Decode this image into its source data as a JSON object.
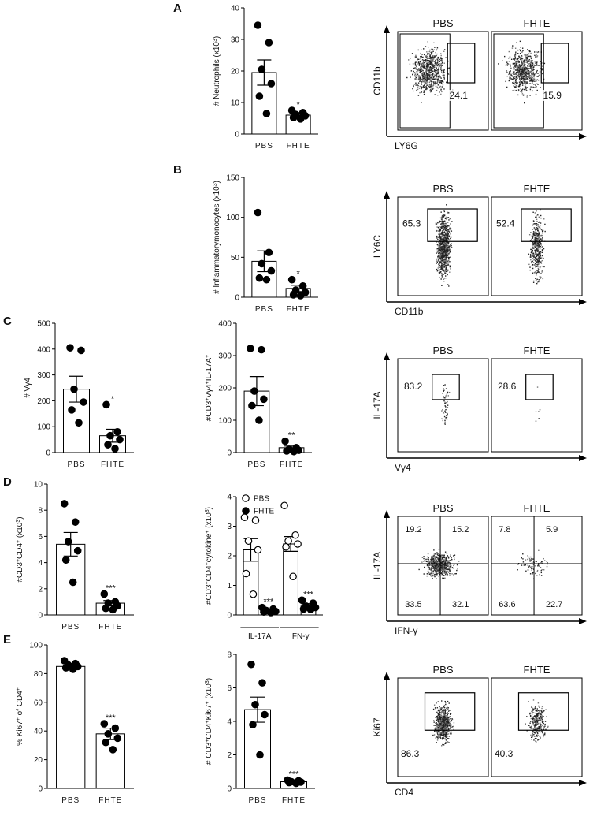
{
  "panel_letters": [
    "A",
    "B",
    "C",
    "D",
    "E"
  ],
  "chart_data": [
    {
      "type": "bar",
      "panel": "A",
      "ylim": [
        0,
        40
      ],
      "yticks": [
        0,
        10,
        20,
        30,
        40
      ],
      "ylabel": [
        "# Neutrophils (x10",
        "3",
        ")"
      ],
      "categories": [
        "PBS",
        "FHTE"
      ],
      "values": [
        19.5,
        6.0
      ],
      "sem": [
        4.0,
        0.8
      ],
      "points": [
        [
          34.5,
          29.0,
          20.5,
          16.0,
          12.0,
          6.5
        ],
        [
          7.5,
          6.8,
          6.2,
          5.8,
          5.2,
          4.8
        ]
      ],
      "annotations": [
        "",
        "*"
      ],
      "filled": [
        true,
        true
      ]
    },
    {
      "type": "bar",
      "panel": "B",
      "ylim": [
        0,
        150
      ],
      "yticks": [
        0,
        50,
        100,
        150
      ],
      "ylabel": [
        "# Inflammatory",
        "monocytes (x10",
        "3",
        ")"
      ],
      "categories": [
        "PBS",
        "FHTE"
      ],
      "values": [
        45,
        11
      ],
      "sem": [
        13,
        4
      ],
      "points": [
        [
          106,
          56,
          42,
          33,
          24,
          22
        ],
        [
          22,
          14,
          9,
          6,
          3,
          2
        ]
      ],
      "annotations": [
        "",
        "*"
      ],
      "filled": [
        true,
        true
      ]
    },
    {
      "type": "bar",
      "panel": "C1",
      "ylim": [
        0,
        500
      ],
      "yticks": [
        0,
        100,
        200,
        300,
        400,
        500
      ],
      "ylabel": [
        "# Vγ4"
      ],
      "categories": [
        "PBS",
        "FHTE"
      ],
      "values": [
        245,
        65
      ],
      "sem": [
        50,
        25
      ],
      "points": [
        [
          405,
          395,
          245,
          195,
          165,
          115
        ],
        [
          185,
          80,
          65,
          50,
          30,
          15
        ]
      ],
      "annotations": [
        "",
        "*"
      ],
      "filled": [
        true,
        true
      ]
    },
    {
      "type": "bar",
      "panel": "C2",
      "ylim": [
        0,
        400
      ],
      "yticks": [
        0,
        100,
        200,
        300,
        400
      ],
      "ylabel": [
        "#CD3",
        "+",
        "Vγ4",
        "+",
        "IL-17A",
        "+"
      ],
      "categories": [
        "PBS",
        "FHTE"
      ],
      "values": [
        190,
        15
      ],
      "sem": [
        45,
        5
      ],
      "points": [
        [
          322,
          318,
          190,
          165,
          145,
          100
        ],
        [
          35,
          15,
          10,
          7,
          5,
          3
        ]
      ],
      "annotations": [
        "",
        "**"
      ],
      "filled": [
        true,
        true
      ]
    },
    {
      "type": "bar",
      "panel": "D1",
      "ylim": [
        0,
        10
      ],
      "yticks": [
        0,
        2,
        4,
        6,
        8,
        10
      ],
      "ylabel": [
        "#CD3",
        "+",
        "CD4",
        "+",
        " (x10",
        "3",
        ")"
      ],
      "categories": [
        "PBS",
        "FHTE"
      ],
      "values": [
        5.4,
        0.9
      ],
      "sem": [
        0.9,
        0.2
      ],
      "points": [
        [
          8.5,
          7.1,
          5.6,
          4.9,
          4.2,
          2.5
        ],
        [
          1.6,
          1.0,
          0.9,
          0.7,
          0.5,
          0.4
        ]
      ],
      "annotations": [
        "",
        "***"
      ],
      "filled": [
        true,
        true
      ]
    },
    {
      "type": "bar",
      "panel": "D2",
      "ylim": [
        0,
        4
      ],
      "yticks": [
        0,
        1,
        2,
        3,
        4
      ],
      "ylabel": [
        "#CD3",
        "+",
        "CD4",
        "+",
        "cytokine",
        "+",
        " (x10",
        "3",
        ")"
      ],
      "categories": [
        "IL-17A",
        "IFN-γ"
      ],
      "series": [
        {
          "name": "PBS",
          "values": [
            2.2,
            2.4
          ],
          "sem": [
            0.38,
            0.25
          ],
          "filled": false,
          "points": [
            [
              3.3,
              3.2,
              2.5,
              2.2,
              1.4,
              0.7
            ],
            [
              3.7,
              2.7,
              2.5,
              2.4,
              2.3,
              1.3
            ]
          ]
        },
        {
          "name": "FHTE",
          "values": [
            0.15,
            0.3
          ],
          "sem": [
            0.05,
            0.08
          ],
          "filled": true,
          "points": [
            [
              0.25,
              0.2,
              0.15,
              0.12,
              0.1,
              0.08
            ],
            [
              0.5,
              0.4,
              0.3,
              0.25,
              0.2,
              0.18
            ]
          ]
        }
      ],
      "annotations": [
        "***",
        "***"
      ]
    },
    {
      "type": "bar",
      "panel": "E1",
      "ylim": [
        0,
        100
      ],
      "yticks": [
        0,
        20,
        40,
        60,
        80,
        100
      ],
      "ylabel": [
        "% Ki67",
        "+",
        " of CD4",
        "+"
      ],
      "categories": [
        "PBS",
        "FHTE"
      ],
      "values": [
        85,
        38
      ],
      "sem": [
        2,
        4
      ],
      "points": [
        [
          89,
          87,
          86,
          85,
          84,
          83
        ],
        [
          45,
          42,
          38,
          35,
          32,
          27
        ]
      ],
      "annotations": [
        "",
        "***"
      ],
      "filled": [
        true,
        true
      ]
    },
    {
      "type": "bar",
      "panel": "E2",
      "ylim": [
        0,
        8
      ],
      "yticks": [
        0,
        2,
        4,
        6,
        8
      ],
      "ylabel": [
        "# CD3",
        "+",
        "CD4",
        "+",
        "Ki67",
        "+",
        " (x10",
        "3",
        ")"
      ],
      "categories": [
        "PBS",
        "FHTE"
      ],
      "values": [
        4.7,
        0.4
      ],
      "sem": [
        0.75,
        0.05
      ],
      "points": [
        [
          7.4,
          6.3,
          5.0,
          4.4,
          3.8,
          2.0
        ],
        [
          0.5,
          0.45,
          0.4,
          0.38,
          0.35,
          0.3
        ]
      ],
      "annotations": [
        "",
        "***"
      ],
      "filled": [
        true,
        true
      ]
    }
  ],
  "flow_panels": [
    {
      "panel": "A",
      "ylabel": "CD11b",
      "xlabel": "LY6G",
      "titles": [
        "PBS",
        "FHTE"
      ],
      "values": [
        "24.1",
        "15.9"
      ]
    },
    {
      "panel": "B",
      "ylabel": "LY6C",
      "xlabel": "CD11b",
      "titles": [
        "PBS",
        "FHTE"
      ],
      "values": [
        "65.3",
        "52.4"
      ]
    },
    {
      "panel": "C",
      "ylabel": "IL-17A",
      "xlabel": "Vγ4",
      "titles": [
        "PBS",
        "FHTE"
      ],
      "values": [
        "83.2",
        "28.6"
      ]
    },
    {
      "panel": "D",
      "ylabel": "IL-17A",
      "xlabel": "IFN-γ",
      "titles": [
        "PBS",
        "FHTE"
      ],
      "quadrants": [
        [
          "19.2",
          "15.2",
          "33.5",
          "32.1"
        ],
        [
          "7.8",
          "5.9",
          "63.6",
          "22.7"
        ]
      ]
    },
    {
      "panel": "E",
      "ylabel": "Ki67",
      "xlabel": "CD4",
      "titles": [
        "PBS",
        "FHTE"
      ],
      "values": [
        "86.3",
        "40.3"
      ]
    }
  ]
}
